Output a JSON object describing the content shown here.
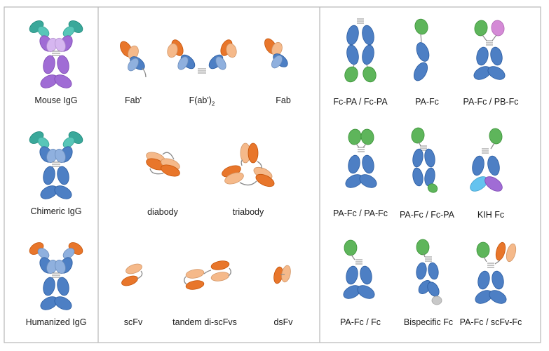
{
  "colors": {
    "blue": "#4d7fc4",
    "blue_light": "#8fb0de",
    "orange": "#e8762b",
    "orange_light": "#f5b98a",
    "purple": "#a06cd5",
    "purple_light": "#d6b6f0",
    "teal": "#3aa89a",
    "green": "#5eb55b",
    "magenta": "#d48ad6",
    "cyan": "#64c3ef",
    "gray": "#c8c8c8",
    "border": "#b8b8b8"
  },
  "panels": {
    "left": {
      "items": [
        {
          "label": "Mouse IgG"
        },
        {
          "label": "Chimeric IgG"
        },
        {
          "label": "Humanized IgG"
        }
      ]
    },
    "middle": {
      "fab_prime": "Fab'",
      "fab2_main": "F(ab')",
      "fab2_sub": "2",
      "fab": "Fab",
      "diabody": "diabody",
      "triabody": "triabody",
      "scfv": "scFv",
      "tandem": "tandem di-scFvs",
      "dsfv": "dsFv"
    },
    "right": {
      "items": [
        {
          "label": "Fc-PA / Fc-PA"
        },
        {
          "label": "PA-Fc"
        },
        {
          "label": "PA-Fc / PB-Fc"
        },
        {
          "label": "PA-Fc / PA-Fc"
        },
        {
          "label": "PA-Fc / Fc-PA"
        },
        {
          "label": "KIH Fc"
        },
        {
          "label": "PA-Fc / Fc"
        },
        {
          "label": "Bispecific Fc"
        },
        {
          "label": "PA-Fc / scFv-Fc"
        }
      ]
    }
  }
}
